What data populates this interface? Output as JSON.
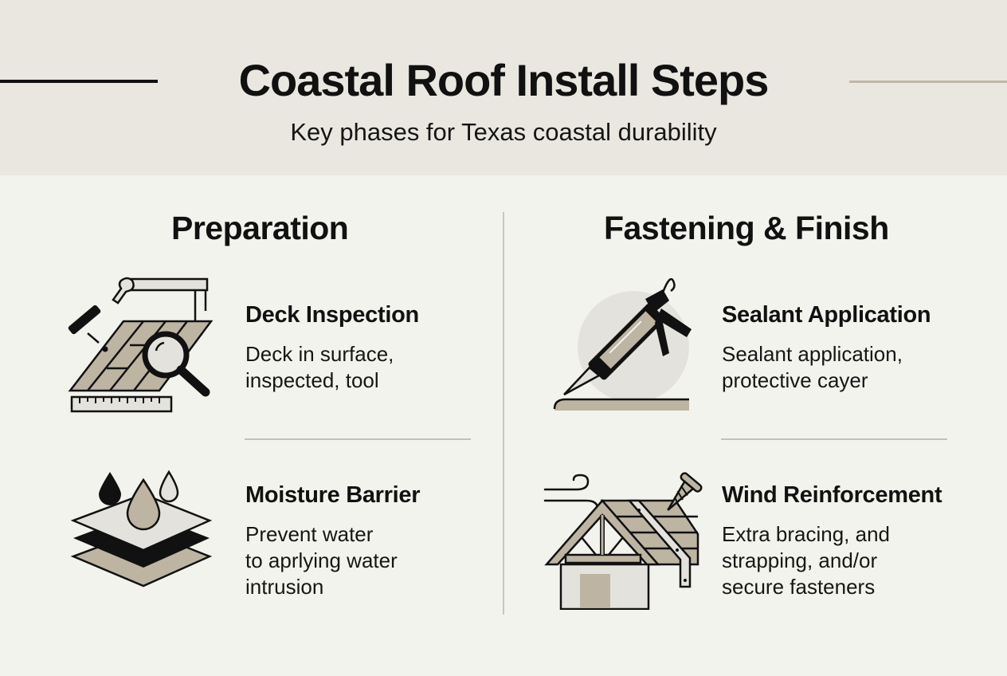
{
  "header": {
    "title": "Coastal Roof Install Steps",
    "subtitle": "Key phases for Texas coastal durability"
  },
  "columns": [
    {
      "title": "Preparation",
      "items": [
        {
          "title": "Deck Inspection",
          "description": "Deck in surface,\ninspected, tool",
          "icon": "deck-inspection-icon"
        },
        {
          "title": "Moisture Barrier",
          "description": "Prevent water\nto aprlying water\nintrusion",
          "icon": "moisture-barrier-icon"
        }
      ]
    },
    {
      "title": "Fastening & Finish",
      "items": [
        {
          "title": "Sealant Application",
          "description": "Sealant application,\nprotective cayer",
          "icon": "caulk-gun-icon"
        },
        {
          "title": "Wind Reinforcement",
          "description": "Extra bracing, and\nstrapping, and/or\nsecure fasteners",
          "icon": "roof-wind-icon"
        }
      ]
    }
  ],
  "colors": {
    "header_bg": "#e9e7e0",
    "page_bg": "#f3f3ee",
    "tan": "#bdb4a2",
    "light_gray": "#e4e2dc",
    "ink": "#111111",
    "divider": "#c9c6bc"
  }
}
